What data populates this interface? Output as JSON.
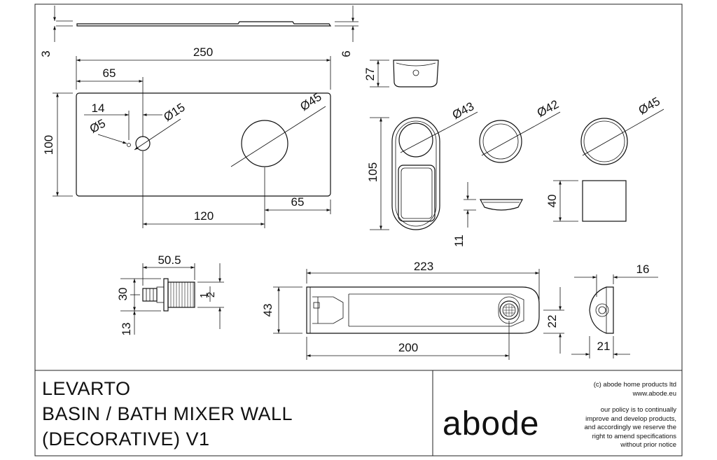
{
  "title_block": {
    "line1": "LEVARTO",
    "line2": "BASIN / BATH MIXER WALL",
    "line3": "(DECORATIVE) V1",
    "brand": "abode",
    "copyright": "(c) abode home products ltd",
    "website": "www.abode.eu",
    "policy_lines": [
      "our policy is to continually",
      "improve and develop products,",
      "and accordingly we reserve the",
      "right to amend specifications",
      "without prior notice"
    ]
  },
  "dimensions": {
    "plate_thickness": "3",
    "plate_depth": "6",
    "plate_width": "250",
    "spout_offset": "65",
    "plate_height": "100",
    "hole_spacing_a": "14",
    "hole_small": "Ø5",
    "hole_medium": "Ø15",
    "hole_large": "Ø45",
    "hole_centres": "120",
    "right_margin": "65",
    "lever_height": "27",
    "lever_length": "105",
    "lever_dia": "Ø43",
    "rose_dia": "Ø42",
    "cover_dia": "Ø45",
    "rose_depth": "11",
    "cover_size": "40",
    "valve_length": "50.5",
    "valve_height": "30",
    "valve_offset": "13",
    "thread_num": "1",
    "thread_den": "2",
    "spout_length": "223",
    "spout_height": "43",
    "spout_reach": "200",
    "aerator_height": "22",
    "cap_depth": "16",
    "cap_width": "21"
  }
}
